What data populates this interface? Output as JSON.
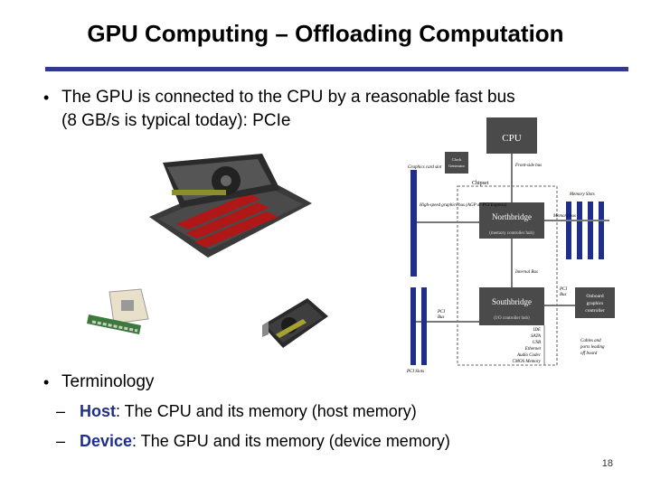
{
  "slide": {
    "title": "GPU Computing – Offloading Computation",
    "bullet1_line1": "The GPU is connected to the CPU by a reasonable fast bus",
    "bullet1_line2": "(8 GB/s is typical today): PCIe",
    "bullet2": "Terminology",
    "sub1_term": "Host",
    "sub1_rest": ": The CPU and its memory (host memory)",
    "sub2_term": "Device",
    "sub2_rest": ": The GPU and its memory (device memory)",
    "page_number": "18"
  },
  "diagram": {
    "cpu": "CPU",
    "clock": "Clock Generator",
    "front_side_bus": "Front-side bus",
    "graphics_card_slot": "Graphics card slot",
    "chipset": "Chipset",
    "memory_slots": "Memory Slots",
    "high_speed_bus": "High-speed graphics bus (AGP or PCI Express)",
    "northbridge": "Northbridge",
    "northbridge_sub": "(memory controller hub)",
    "memory_bus": "Memory bus",
    "internal_bus": "Internal Bus",
    "pci_bus_right": "PCI Bus",
    "southbridge": "Southbridge",
    "southbridge_sub": "(I/O controller hub)",
    "onboard_graphics": "Onboard graphics controller",
    "pci_bus_left": "PCI Bus",
    "io_list": [
      "IDE",
      "SATA",
      "USB",
      "Ethernet",
      "Audio Codec",
      "CMOS Memory"
    ],
    "cables": "Cables and ports leading off board",
    "pci_slots": "PCI Slots"
  }
}
